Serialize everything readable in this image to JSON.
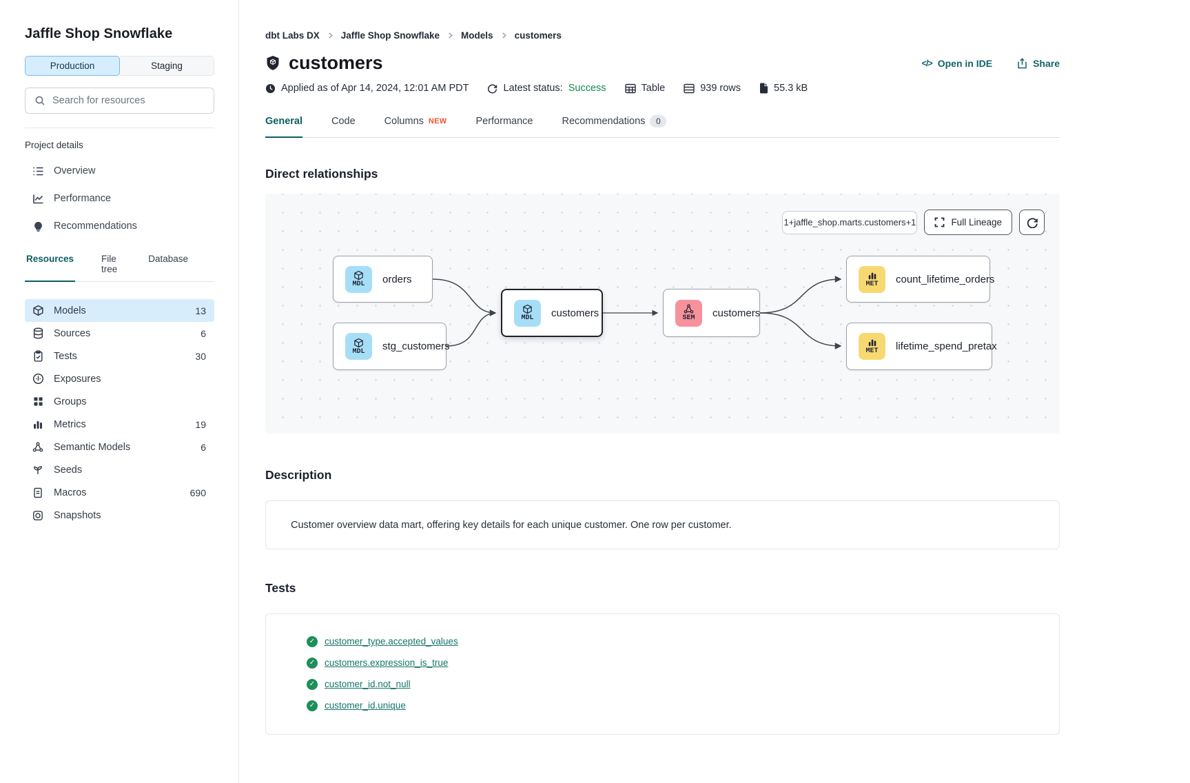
{
  "app": {
    "accent_teal": "#0d5e63",
    "link_teal": "#15756a",
    "success_green": "#15894f",
    "new_badge_orange": "#f4512c",
    "model_badge_blue": "#a6def8",
    "semantic_badge_pink": "#f7919c",
    "metric_badge_yellow": "#f8d971",
    "active_row_blue": "#d8edfc"
  },
  "sidebar": {
    "title": "Jaffle Shop Snowflake",
    "environments": {
      "production": "Production",
      "staging": "Staging"
    },
    "search_placeholder": "Search for resources",
    "project_details_label": "Project details",
    "project_nav": [
      {
        "label": "Overview"
      },
      {
        "label": "Performance"
      },
      {
        "label": "Recommendations"
      }
    ],
    "tabs": [
      {
        "label": "Resources"
      },
      {
        "label": "File tree"
      },
      {
        "label": "Database"
      }
    ],
    "resources": [
      {
        "label": "Models",
        "count": "13"
      },
      {
        "label": "Sources",
        "count": "6"
      },
      {
        "label": "Tests",
        "count": "30"
      },
      {
        "label": "Exposures",
        "count": ""
      },
      {
        "label": "Groups",
        "count": ""
      },
      {
        "label": "Metrics",
        "count": "19"
      },
      {
        "label": "Semantic Models",
        "count": "6"
      },
      {
        "label": "Seeds",
        "count": ""
      },
      {
        "label": "Macros",
        "count": "690"
      },
      {
        "label": "Snapshots",
        "count": ""
      }
    ]
  },
  "header": {
    "breadcrumb": [
      {
        "label": "dbt Labs DX"
      },
      {
        "label": "Jaffle Shop Snowflake"
      },
      {
        "label": "Models"
      },
      {
        "label": "customers"
      }
    ],
    "title": "customers",
    "open_in_ide": "Open in IDE",
    "share": "Share",
    "meta": {
      "applied": "Applied as of Apr 14, 2024, 12:01 AM PDT",
      "status_label": "Latest status:",
      "status_value": "Success",
      "materialization": "Table",
      "row_count": "939 rows",
      "size": "55.3 kB"
    },
    "tabs": [
      {
        "label": "General"
      },
      {
        "label": "Code"
      },
      {
        "label": "Columns",
        "badge": "NEW"
      },
      {
        "label": "Performance"
      },
      {
        "label": "Recommendations",
        "badge": "0"
      }
    ]
  },
  "lineage": {
    "heading": "Direct relationships",
    "selector_value": "1+jaffle_shop.marts.customers+1",
    "full_lineage_label": "Full Lineage",
    "nodes": [
      {
        "label": "orders",
        "type": "MDL"
      },
      {
        "label": "stg_customers",
        "type": "MDL"
      },
      {
        "label": "customers",
        "type": "MDL",
        "selected": true
      },
      {
        "label": "customers",
        "type": "SEM"
      },
      {
        "label": "count_lifetime_orders",
        "type": "MET"
      },
      {
        "label": "lifetime_spend_pretax",
        "type": "MET"
      }
    ]
  },
  "description": {
    "heading": "Description",
    "text": "Customer overview data mart, offering key details for each unique customer. One row per customer."
  },
  "tests": {
    "heading": "Tests",
    "items": [
      {
        "label": "customer_type.accepted_values"
      },
      {
        "label": "customers.expression_is_true"
      },
      {
        "label": "customer_id.not_null"
      },
      {
        "label": "customer_id.unique"
      }
    ]
  }
}
